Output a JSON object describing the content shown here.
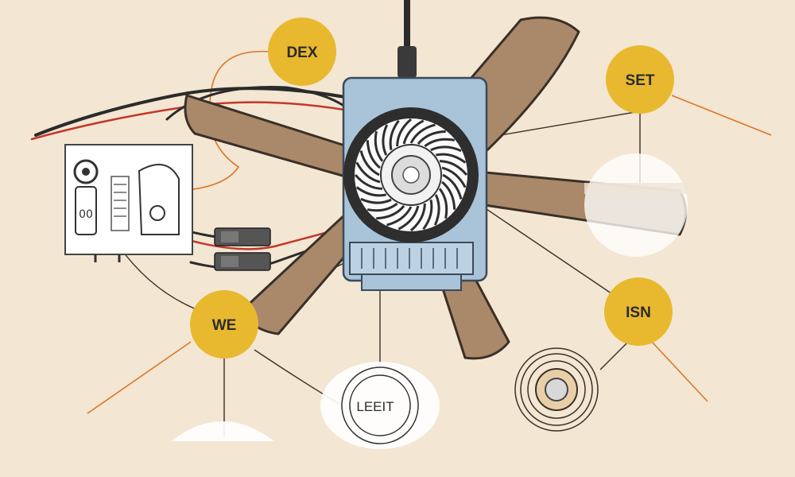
{
  "callouts": {
    "dex": "DEX",
    "set": "SET",
    "we": "WE",
    "isn": "ISN",
    "leeit": "LEEIT"
  },
  "switch_panel": {
    "readout": "00"
  },
  "colors": {
    "background": "#f3e6d2",
    "callout_fill": "#e8b92f",
    "blade": "#a9896a",
    "blade_outline": "#3a3028",
    "motor": "#a9c3d8",
    "wire_orange": "#d9772b",
    "wire_red": "#c0392b"
  },
  "icons": [
    "fan-blade",
    "motor-housing",
    "switch-panel",
    "connector-plug",
    "knob-icon"
  ]
}
